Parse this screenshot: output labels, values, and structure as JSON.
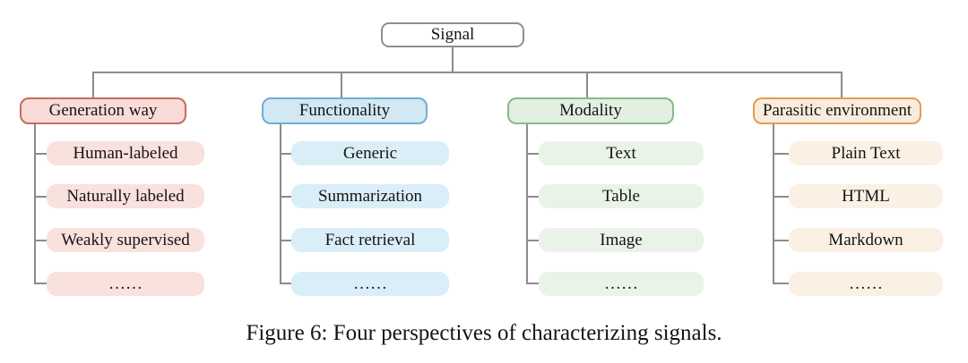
{
  "figure": {
    "root": {
      "label": "Signal"
    },
    "columns": [
      {
        "label": "Generation way",
        "children": [
          "Human-labeled",
          "Naturally labeled",
          "Weakly supervised",
          "……"
        ],
        "border": "#c96a60",
        "header_bg": "#f9dcd8",
        "child_bg": "#f9e1de"
      },
      {
        "label": "Functionality",
        "children": [
          "Generic",
          "Summarization",
          "Fact retrieval",
          "……"
        ],
        "border": "#6fb0cf",
        "header_bg": "#d2e8f4",
        "child_bg": "#daeef8"
      },
      {
        "label": "Modality",
        "children": [
          "Text",
          "Table",
          "Image",
          "……"
        ],
        "border": "#88ba88",
        "header_bg": "#e3efe1",
        "child_bg": "#eaf3e8"
      },
      {
        "label": "Parasitic environment",
        "children": [
          "Plain Text",
          "HTML",
          "Markdown",
          "……"
        ],
        "border": "#dd9e55",
        "header_bg": "#faecdc",
        "child_bg": "#fbf0e4"
      }
    ],
    "caption": "Figure 6: Four perspectives of characterizing signals.",
    "palette": {
      "line": "#8c8c8c",
      "root_border": "#8f8f8f",
      "text": "#141414",
      "background": "#ffffff"
    }
  }
}
